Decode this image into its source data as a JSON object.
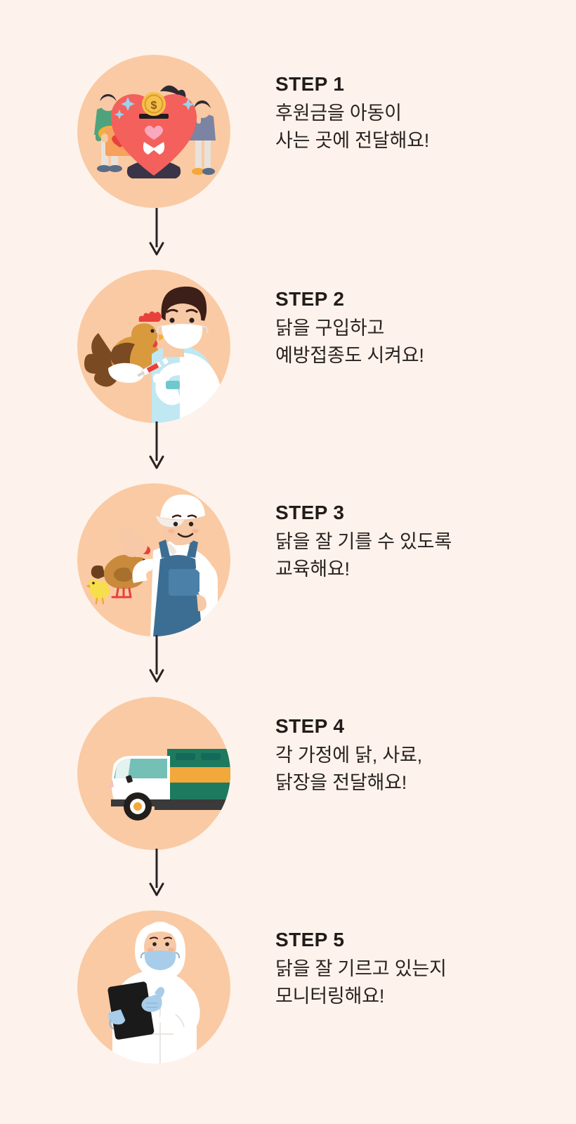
{
  "page": {
    "background_color": "#FDF3EC",
    "circle_color": "#FACAA4",
    "text_color": "#231B19",
    "arrow_color": "#2A2220",
    "title_alt": "닭 후원 진행 과정 안내 인포그래픽"
  },
  "steps": [
    {
      "label": "STEP 1",
      "description": "후원금을 아동이\n사는 곳에 전달해요!",
      "illustration": "heart-donation-box-illustration",
      "illustration_alt": "빨간 하트 모양 저금통에 동전을 넣는 사람들",
      "colors": {
        "heart": "#F4605C",
        "coin": "#F6C04A",
        "box": "#F6A15C",
        "person_green": "#54A87E",
        "person_teal": "#4E9BB0",
        "person_gray": "#7C84A3",
        "sparkle": "#9AD4EC"
      }
    },
    {
      "label": "STEP 2",
      "description": "닭을 구입하고\n예방접종도 시켜요!",
      "illustration": "vet-vaccinating-rooster-illustration",
      "illustration_alt": "마스크를 쓴 수의사가 닭에게 주사를 놓는 모습",
      "colors": {
        "gown": "#BFE8F2",
        "skin": "#F7C9A6",
        "hair": "#3B1F18",
        "mask": "#FFFFFF",
        "rooster_body": "#D99A3E",
        "rooster_tail": "#7A4A22",
        "comb": "#E8413C"
      }
    },
    {
      "label": "STEP 3",
      "description": "닭을 잘 기를 수 있도록\n교육해요!",
      "illustration": "farmer-teaching-illustration",
      "illustration_alt": "흰 모자와 파란 멜빵바지를 입은 농부, 닭과 병아리",
      "colors": {
        "overalls": "#3C6E94",
        "shirt": "#FFFFFF",
        "cap": "#FFFFFF",
        "skin": "#F7C9A6",
        "hen": "#C98A3C",
        "chick": "#F7DE4C"
      }
    },
    {
      "label": "STEP 4",
      "description": "각 가정에 닭, 사료,\n닭장을 전달해요!",
      "illustration": "delivery-truck-illustration",
      "illustration_alt": "흰색 운전석과 초록·주황 화물칸의 배송 트럭",
      "colors": {
        "cab": "#FFFFFF",
        "window": "#74BFB6",
        "cargo_green": "#1E7A5E",
        "cargo_stripe": "#F2A83B",
        "wheel": "#221E1C",
        "hub": "#F2A83B"
      }
    },
    {
      "label": "STEP 5",
      "description": "닭을 잘 기르고 있는지\n모니터링해요!",
      "illustration": "inspector-with-tablet-illustration",
      "illustration_alt": "흰 방역복을 입고 태블릿을 든 점검 요원",
      "colors": {
        "suit": "#FFFFFF",
        "mask": "#A8CDEA",
        "gloves": "#A8CDEA",
        "tablet": "#1A1A1A",
        "skin": "#F7C9A6"
      }
    }
  ],
  "arrows": [
    {
      "name": "arrow-step-1-to-2",
      "direction": "down"
    },
    {
      "name": "arrow-step-2-to-3",
      "direction": "down"
    },
    {
      "name": "arrow-step-3-to-4",
      "direction": "down"
    },
    {
      "name": "arrow-step-4-to-5",
      "direction": "down"
    }
  ]
}
